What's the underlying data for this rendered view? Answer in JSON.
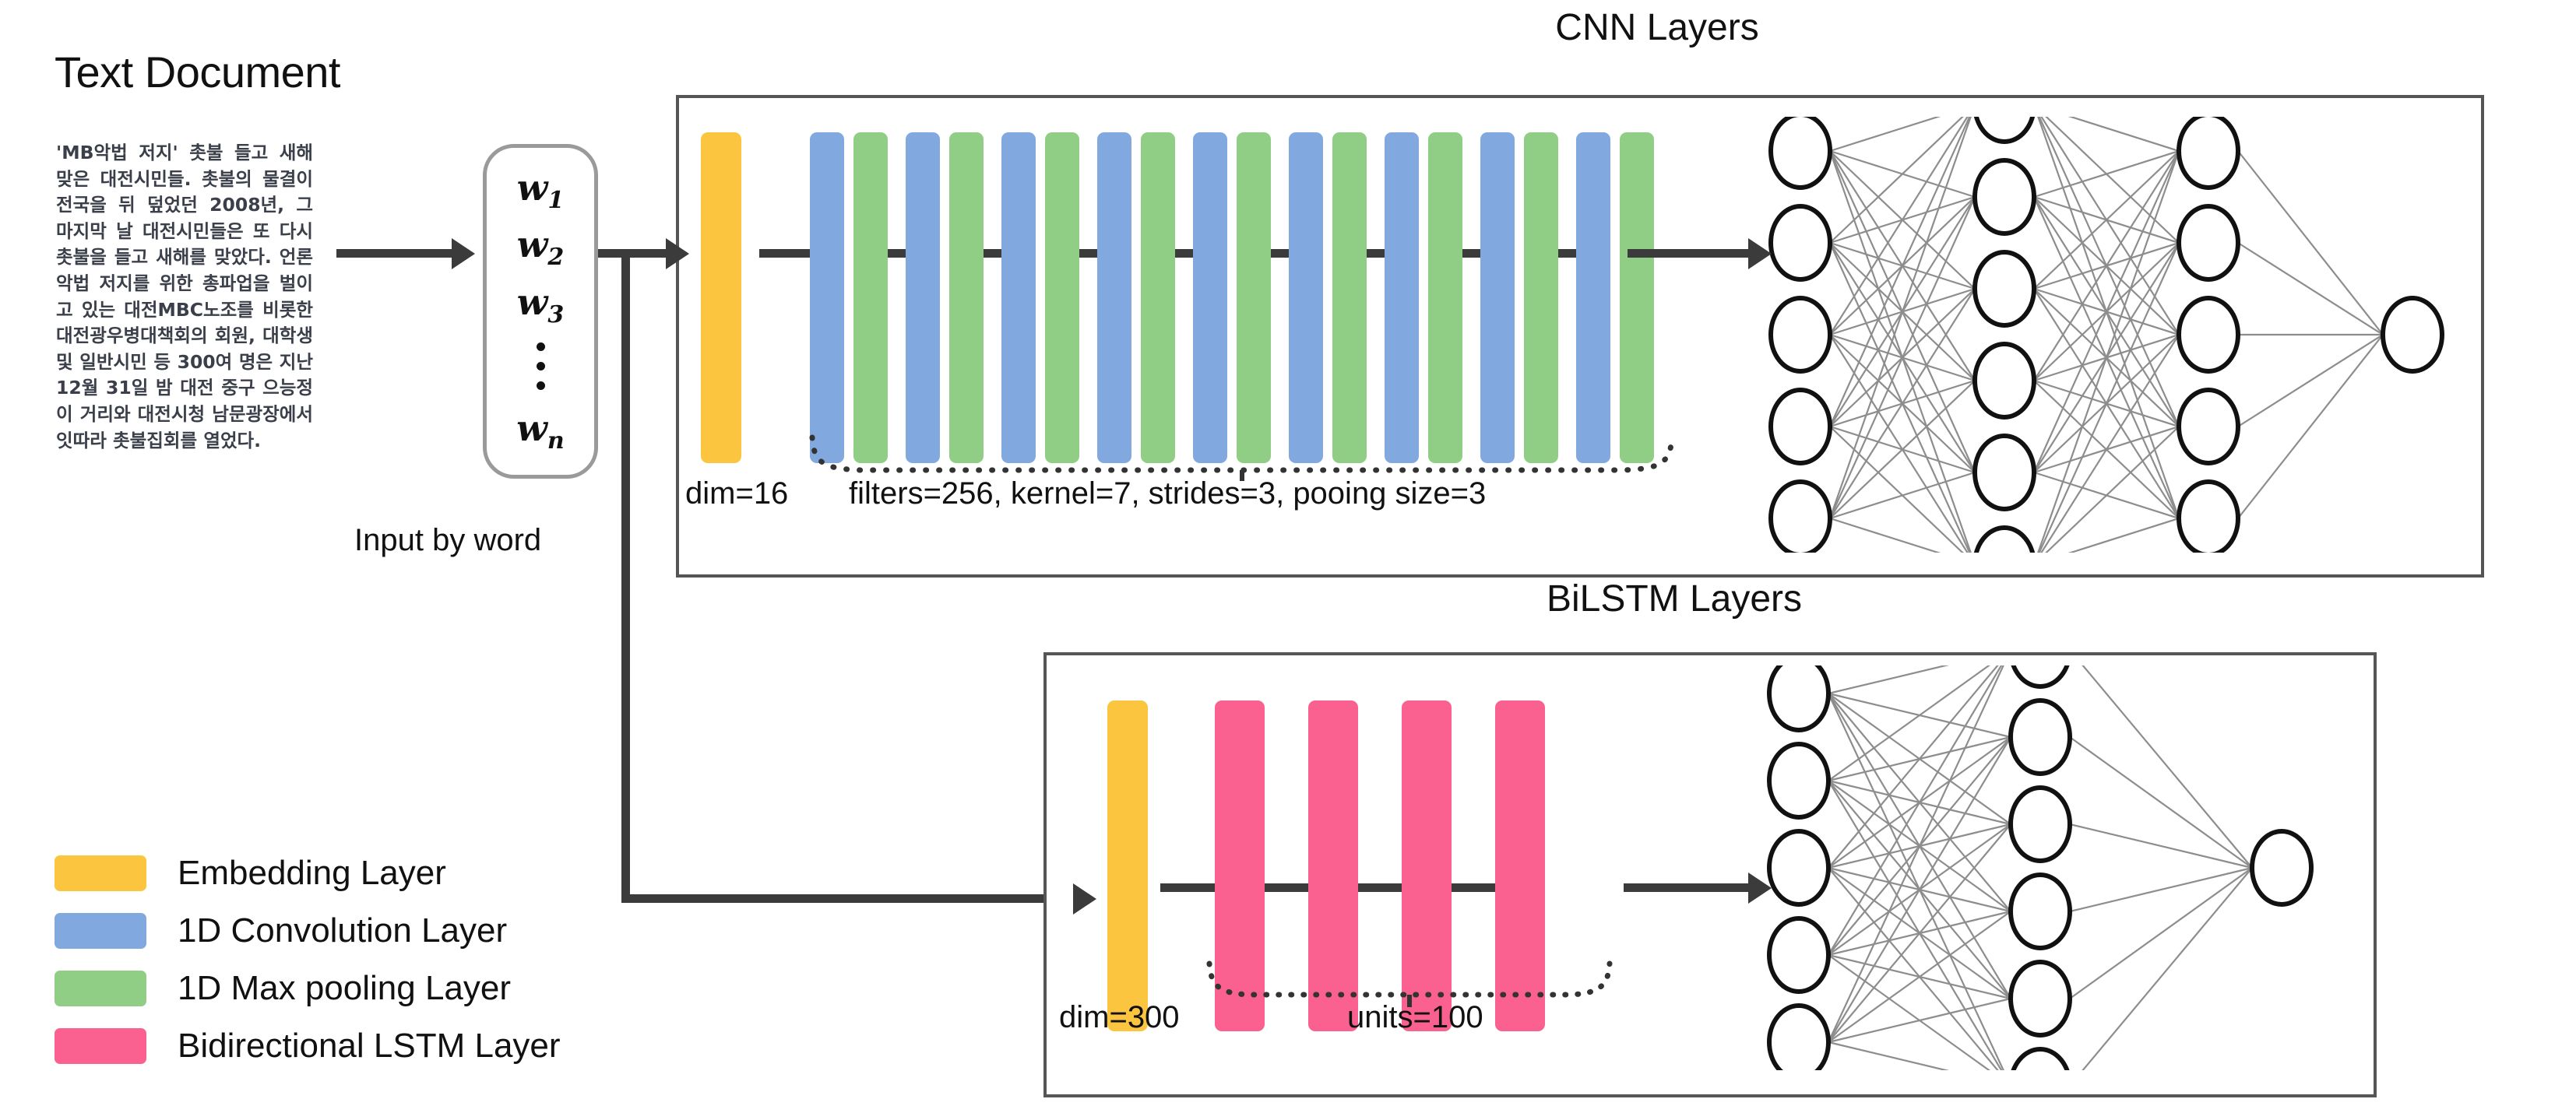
{
  "document": {
    "title": "Text Document",
    "body": "'MB악법 저지' 촛불 들고 새해 맞은 대전시민들. 촛불의 물결이 전국을 뒤 덮었던 2008년, 그 마지막 날 대전시민들은 또 다시 촛불을 들고 새해를 맞았다. 언론악법 저지를 위한 총파업을 벌이고 있는 대전MBC노조를 비롯한 대전광우병대책회의 회원, 대학생 및 일반시민 등 300여 명은 지난 12월 31일 밤 대전 중구 으능정이 거리와 대전시청 남문광장에서 잇따라 촛불집회를 열었다."
  },
  "word_vector": {
    "tokens": [
      "w",
      "w",
      "w"
    ],
    "subscripts": [
      "1",
      "2",
      "3"
    ],
    "last_token": "w",
    "last_subscript": "n",
    "dots_count": 3,
    "caption": "Input by word"
  },
  "cnn": {
    "title": "CNN Layers",
    "embedding_label": "dim=16",
    "conv_label": "filters=256, kernel=7, strides=3, pooing size=3",
    "bar_pairs": 9,
    "dense_layers": [
      5,
      6,
      5,
      1
    ]
  },
  "bilstm": {
    "title": "BiLSTM Layers",
    "embedding_label": "dim=300",
    "units_label": "units=100",
    "lstm_bars": 4,
    "dense_layers": [
      5,
      6,
      1
    ]
  },
  "legend": {
    "items": [
      {
        "label": "Embedding Layer",
        "color": "#FBC540"
      },
      {
        "label": "1D Convolution Layer",
        "color": "#81A9DF"
      },
      {
        "label": "1D Max pooling Layer",
        "color": "#90CE85"
      },
      {
        "label": "Bidirectional LSTM Layer",
        "color": "#FB6190"
      }
    ]
  },
  "colors": {
    "embedding": "#FBC540",
    "convolution": "#81A9DF",
    "pooling": "#90CE85",
    "lstm": "#FB6190",
    "line": "#3b3b3b",
    "box_border": "#555555"
  }
}
